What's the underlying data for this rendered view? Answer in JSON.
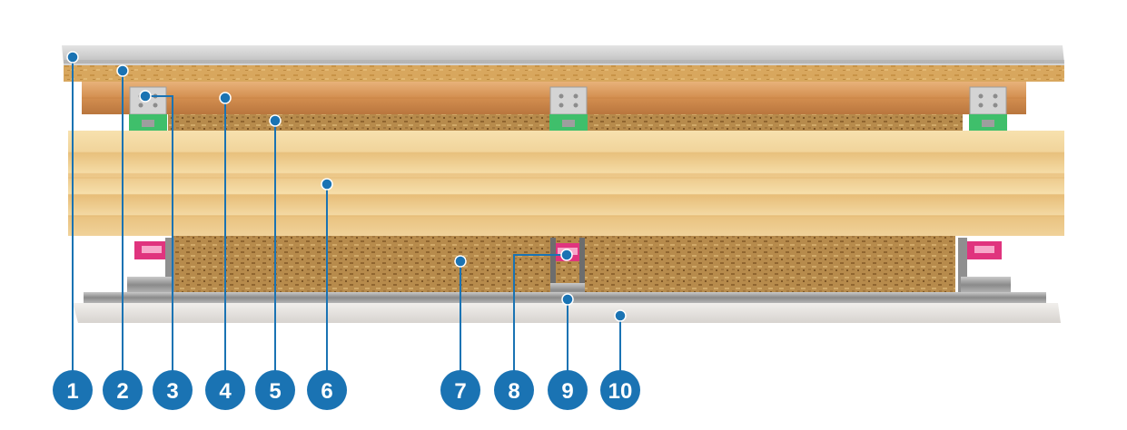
{
  "colors": {
    "callout": "#1a73b3",
    "screed": "#cfcfcf",
    "osb": "#d8a860",
    "batten": "#d99a58",
    "clt": "#f3d69c",
    "mineral_wool": "#b58a4a",
    "clip_green": "#3fbf6b",
    "clip_magenta": "#e0347e",
    "ceiling_board": "#e9e6e3"
  },
  "callouts": [
    {
      "label": "1"
    },
    {
      "label": "2"
    },
    {
      "label": "3"
    },
    {
      "label": "4"
    },
    {
      "label": "5"
    },
    {
      "label": "6"
    },
    {
      "label": "7"
    },
    {
      "label": "8"
    },
    {
      "label": "9"
    },
    {
      "label": "10"
    }
  ]
}
